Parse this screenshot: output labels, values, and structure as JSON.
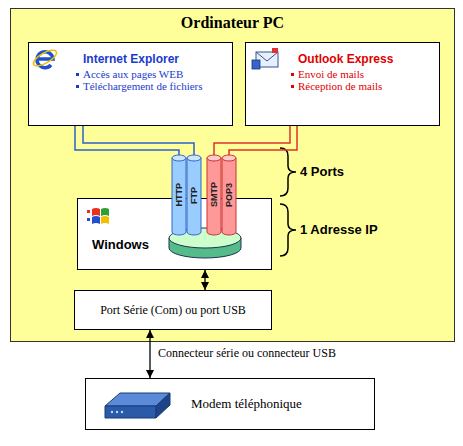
{
  "diagram": {
    "nodes": [
      {
        "text": [
          "Ordinateur PC"
        ]
      },
      {
        "text": [
          "Internet Explorer",
          "Accès aux pages WEB",
          "Téléchargement de fichiers"
        ],
        "in": 0
      },
      {
        "text": [
          "Outlook Express",
          "Envoi de mails",
          "Réception de mails"
        ],
        "in": 0
      },
      {
        "text": [
          "Windows"
        ],
        "in": 0
      },
      {
        "text": [
          "HTTP"
        ],
        "in": 0
      },
      {
        "text": [
          "FTP"
        ],
        "in": 0
      },
      {
        "text": [
          "SMTP"
        ],
        "in": 0
      },
      {
        "text": [
          "POP3"
        ],
        "in": 0
      },
      {
        "text": [
          "Port Série (Com) ou port USB"
        ],
        "in": 0
      },
      {
        "text": [
          "Modem téléphonique"
        ]
      }
    ],
    "edges": [
      {
        "from": 1,
        "to": 4,
        "arrow": "none"
      },
      {
        "from": 1,
        "to": 5,
        "arrow": "none"
      },
      {
        "from": 2,
        "to": 6,
        "arrow": "none"
      },
      {
        "from": 2,
        "to": 7,
        "arrow": "none"
      },
      {
        "from": 3,
        "to": 8,
        "arrow": "both"
      },
      {
        "from": 8,
        "to": 9,
        "arrow": "both",
        "label": "Connecteur série ou connecteur USB"
      }
    ],
    "labels": [
      "4 Ports",
      "1 Adresse IP"
    ]
  }
}
